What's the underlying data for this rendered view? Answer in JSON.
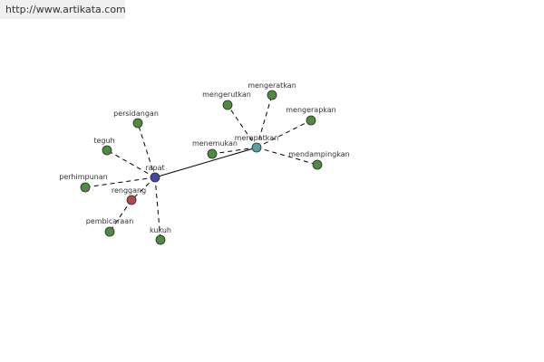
{
  "source_url": "http://www.artikata.com",
  "colors": {
    "center": "#3f4aa0",
    "hub": "#5aa0a0",
    "highlight": "#b04a4a",
    "leaf": "#4f8a3f",
    "edge": "#000000"
  },
  "nodes": [
    {
      "id": "rapat",
      "label": "rapat",
      "kind": "center"
    },
    {
      "id": "merapatkan",
      "label": "merapatkan",
      "kind": "hub"
    },
    {
      "id": "renggang",
      "label": "renggang",
      "kind": "highlight"
    },
    {
      "id": "persidangan",
      "label": "persidangan",
      "kind": "leaf"
    },
    {
      "id": "teguh",
      "label": "teguh",
      "kind": "leaf"
    },
    {
      "id": "perhimpunan",
      "label": "perhimpunan",
      "kind": "leaf"
    },
    {
      "id": "pembicaraan",
      "label": "pembicaraan",
      "kind": "leaf"
    },
    {
      "id": "kukuh",
      "label": "kukuh",
      "kind": "leaf"
    },
    {
      "id": "menemukan",
      "label": "menemukan",
      "kind": "leaf"
    },
    {
      "id": "mengerutkan",
      "label": "mengerutkan",
      "kind": "leaf"
    },
    {
      "id": "mengeratkan",
      "label": "mengeratkan",
      "kind": "leaf"
    },
    {
      "id": "mengerapkan",
      "label": "mengerapkan",
      "kind": "leaf"
    },
    {
      "id": "mendampingkan",
      "label": "mendampingkan",
      "kind": "leaf"
    }
  ],
  "edges": [
    {
      "from": "rapat",
      "to": "merapatkan",
      "style": "solid"
    },
    {
      "from": "rapat",
      "to": "persidangan",
      "style": "dashed"
    },
    {
      "from": "rapat",
      "to": "teguh",
      "style": "dashed"
    },
    {
      "from": "rapat",
      "to": "perhimpunan",
      "style": "dashed"
    },
    {
      "from": "rapat",
      "to": "renggang",
      "style": "dashed"
    },
    {
      "from": "rapat",
      "to": "kukuh",
      "style": "dashed"
    },
    {
      "from": "renggang",
      "to": "pembicaraan",
      "style": "dashed"
    },
    {
      "from": "merapatkan",
      "to": "menemukan",
      "style": "dashed"
    },
    {
      "from": "merapatkan",
      "to": "mengerutkan",
      "style": "dashed"
    },
    {
      "from": "merapatkan",
      "to": "mengeratkan",
      "style": "dashed"
    },
    {
      "from": "merapatkan",
      "to": "mengerapkan",
      "style": "dashed"
    },
    {
      "from": "merapatkan",
      "to": "mendampingkan",
      "style": "dashed"
    }
  ]
}
